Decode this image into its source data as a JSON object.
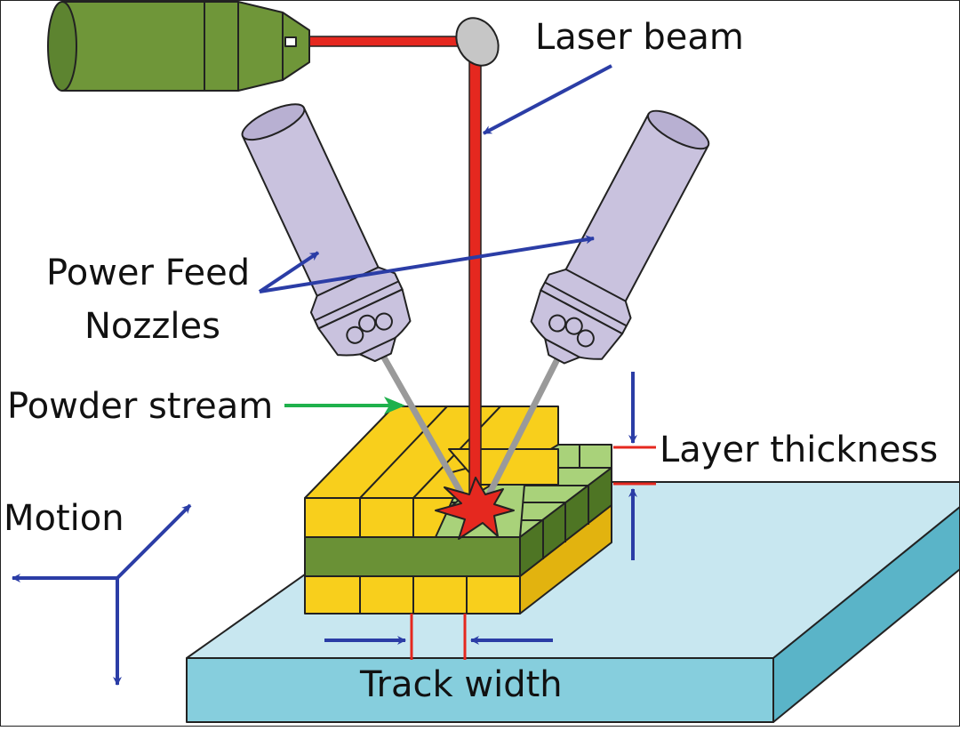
{
  "labels": {
    "laser_beam": "Laser beam",
    "power_feed_line1": "Power Feed",
    "power_feed_line2": "Nozzles",
    "powder_stream": "Powder stream",
    "layer_thickness": "Layer thickness",
    "motion": "Motion",
    "track_width": "Track width"
  },
  "colors": {
    "laser": "#e5281f",
    "laser_head": "#6f9639",
    "nozzle": "#c9c2de",
    "powder_yellow": "#f8cf1c",
    "green_layer": "#6a9136",
    "green_light": "#a9d27a",
    "substrate_top": "#c8e7f0",
    "substrate_side": "#86cedd",
    "arrow_blue": "#2b3da6",
    "arrow_green": "#1fb14c"
  }
}
